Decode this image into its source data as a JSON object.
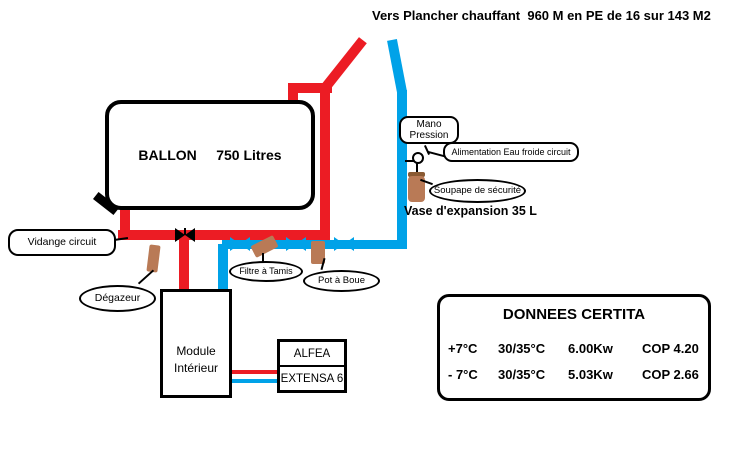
{
  "colors": {
    "pipe_hot": "#ec1c24",
    "pipe_cold": "#00a2e8",
    "component_brown": "#b97a56",
    "outline": "#000000"
  },
  "header": {
    "title": "Vers Plancher chauffant  960 M en PE de 16 sur 143 M2"
  },
  "tank": {
    "label": "BALLON     750 Litres"
  },
  "callouts": {
    "mano_pression": "Mano\nPression",
    "alimentation": "Alimentation Eau froide circuit",
    "soupape": "Soupape de sécurité",
    "vase_expansion": "Vase d'expansion 35 L",
    "vidange": "Vidange circuit",
    "degazeur": "Dégazeur",
    "filtre": "Filtre à Tamis",
    "pot_a_boue": "Pot à Boue"
  },
  "module": {
    "label": "Module\nIntérieur"
  },
  "alfea": {
    "brand": "ALFEA",
    "model": "EXTENSA 6"
  },
  "certita": {
    "title": "DONNEES CERTITA",
    "rows": [
      [
        "+7°C",
        "30/35°C",
        "6.00Kw",
        "COP 4.20"
      ],
      [
        "- 7°C",
        "30/35°C",
        "5.03Kw",
        "COP 2.66"
      ]
    ]
  }
}
